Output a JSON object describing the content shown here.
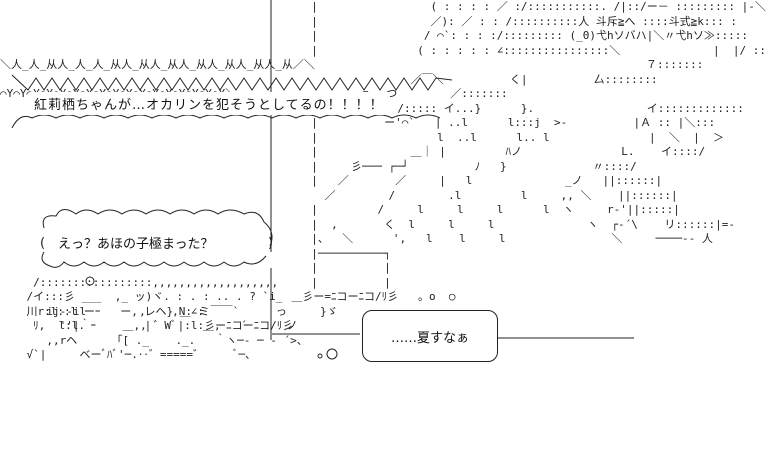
{
  "art": {
    "lines": [
      "                                               |                 ( : : : : ／ :/:::::::::::. /|::/ー－ ::::::::: |-＼:::",
      "                                               |                 ／): ／ : : /::::::::::人 斗斥≧へ ::::斗式≧k::: :",
      "                                               |                / ⌒`: : : :/::::::::: (_0)弋hソバハ|＼〃弋hソ≫:::::",
      "                                               |               ( : : : : : ∠::::::::::::::::＼              |  |/ :::::::",
      "＼人_人_从人_人_人_从人_从人_从人_从人_从人_从人_从／＼                                                  ７:::::::",
      "                                                              ／￣＼          く|          厶::::::::",
      "⌒Y⌒Y⌒Y⌒Y⌒Y⌒Y⌒Y⌒Y⌒Y⌒Y⌒Y⌒Y⌒Y⌒Y⌒Y⌒Y⌒Y＼           ,       ⊂=－つ        ／:::::::",
      "                                               |            /::::: イ...}      }.                 イ:::::::::::::",
      "                                               |          ー'⌒`   | ..l      l:::j  >-          |Ａ :: |＼:::",
      "                                               |                  l  ..l      l.. l               |  ＼  |  ＞",
      "                                               |              ＿｜ |         ﾊノ               L.    イ::::/",
      "                                               |     彡─── ┌─┘          ﾉ   }             〃::::/",
      "                                               |   ／       ／     |   l              _ノ   ||::::::|",
      "                                                 ／        /        .l         l     ,, ＼    ||::::::|",
      "                                               |         /     l     l     l      l  ヽ     r‐'||:::::|",
      "                                               |  ,       く  l     l     l              ヽ  ┌‐´\\    リ::::::|=-",
      "                                               |、  ＼      ',   l    l     l                ＼     ────-- 人",
      "                                               |──────────┐",
      "                                               |          |",
      "                                               |          |",
      "                                            ＿彡ー=ﾆコーﾆコ/ﾘ彡   。o  ○",
      "       ij-‐il        ,    ,N: ミ          っ     }ゞ",
      "         ''|｀ｰ    ＿,, ゛Wﾞ    ＿,   ´      ノ",
      "       ,,rヘ      ｢[ ._    ._.   ｀ヽ─- ─ - ´>、",
      "    √`|     ベーﾞﾊﾞ'─.‥゛=====゛     ﾞ─、"
    ],
    "lines_left": [
      "",
      "",
      "",
      "",
      "",
      "",
      "",
      "",
      "",
      "",
      "",
      "",
      "",
      "",
      "",
      "",
      "",
      "",
      "",
      "     /:::::::::::::::::,,,,,,,,,,,,,,,,,,,",
      "    /イ:::彡 ___  ,_ ッ)ヾ. : . : .. . ? `i_",
      "    川r:l::l ーｰ   ー, レヘ} ＿∠: ￣￣`",
      "     ﾘ,  l:l.         |    |:l:彡ーﾆコーﾆコ/ﾘ彡",
      "",
      ""
    ]
  },
  "bubbles": {
    "shout": "紅莉栖ちゃんが…オカリンを犯そうとしてるの！！！！",
    "thought": "えっ？あほの子極まった？",
    "summer": "……夏すなぁ"
  }
}
